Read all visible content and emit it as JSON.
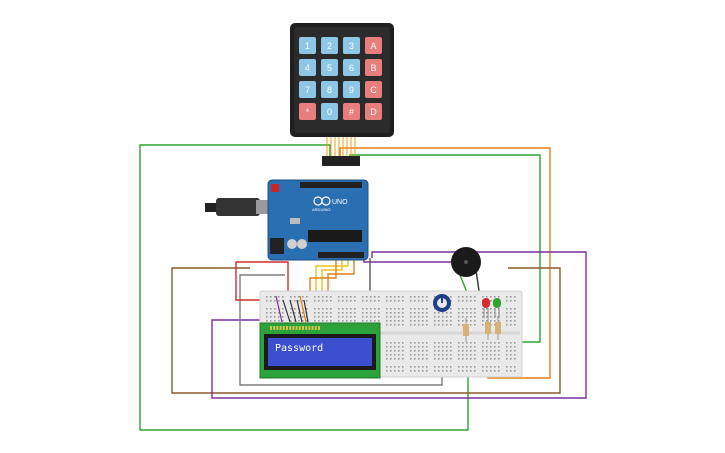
{
  "colors": {
    "wire_green": "#2ea32e",
    "wire_orange": "#e07f1a",
    "wire_purple": "#7b2f9e",
    "wire_gray": "#7d7d7d",
    "wire_red": "#d42a2a",
    "wire_brown": "#8a5a2b",
    "wire_yellow": "#e8c21a",
    "wire_black": "#333333",
    "arduino_blue": "#2b6fb3",
    "keypad_blue": "#8ec6e6",
    "keypad_red": "#e77d7d",
    "lcd_green": "#2ca33a",
    "lcd_blue": "#3b4fcf",
    "breadboard": "#e9e9e9"
  },
  "keypad": {
    "keys": [
      {
        "label": "1",
        "type": "num"
      },
      {
        "label": "2",
        "type": "num"
      },
      {
        "label": "3",
        "type": "num"
      },
      {
        "label": "A",
        "type": "letter"
      },
      {
        "label": "4",
        "type": "num"
      },
      {
        "label": "5",
        "type": "num"
      },
      {
        "label": "6",
        "type": "num"
      },
      {
        "label": "B",
        "type": "letter"
      },
      {
        "label": "7",
        "type": "num"
      },
      {
        "label": "8",
        "type": "num"
      },
      {
        "label": "9",
        "type": "num"
      },
      {
        "label": "C",
        "type": "letter"
      },
      {
        "label": "*",
        "type": "letter"
      },
      {
        "label": "0",
        "type": "num"
      },
      {
        "label": "#",
        "type": "letter"
      },
      {
        "label": "D",
        "type": "letter"
      }
    ]
  },
  "arduino": {
    "label": "UNO",
    "brand": "ARDUINO"
  },
  "lcd": {
    "text": "Password"
  },
  "components": {
    "buzzer": "buzzer-icon",
    "potentiometer": "potentiometer-icon",
    "led_red": "led-red-icon",
    "led_green": "led-green-icon"
  }
}
